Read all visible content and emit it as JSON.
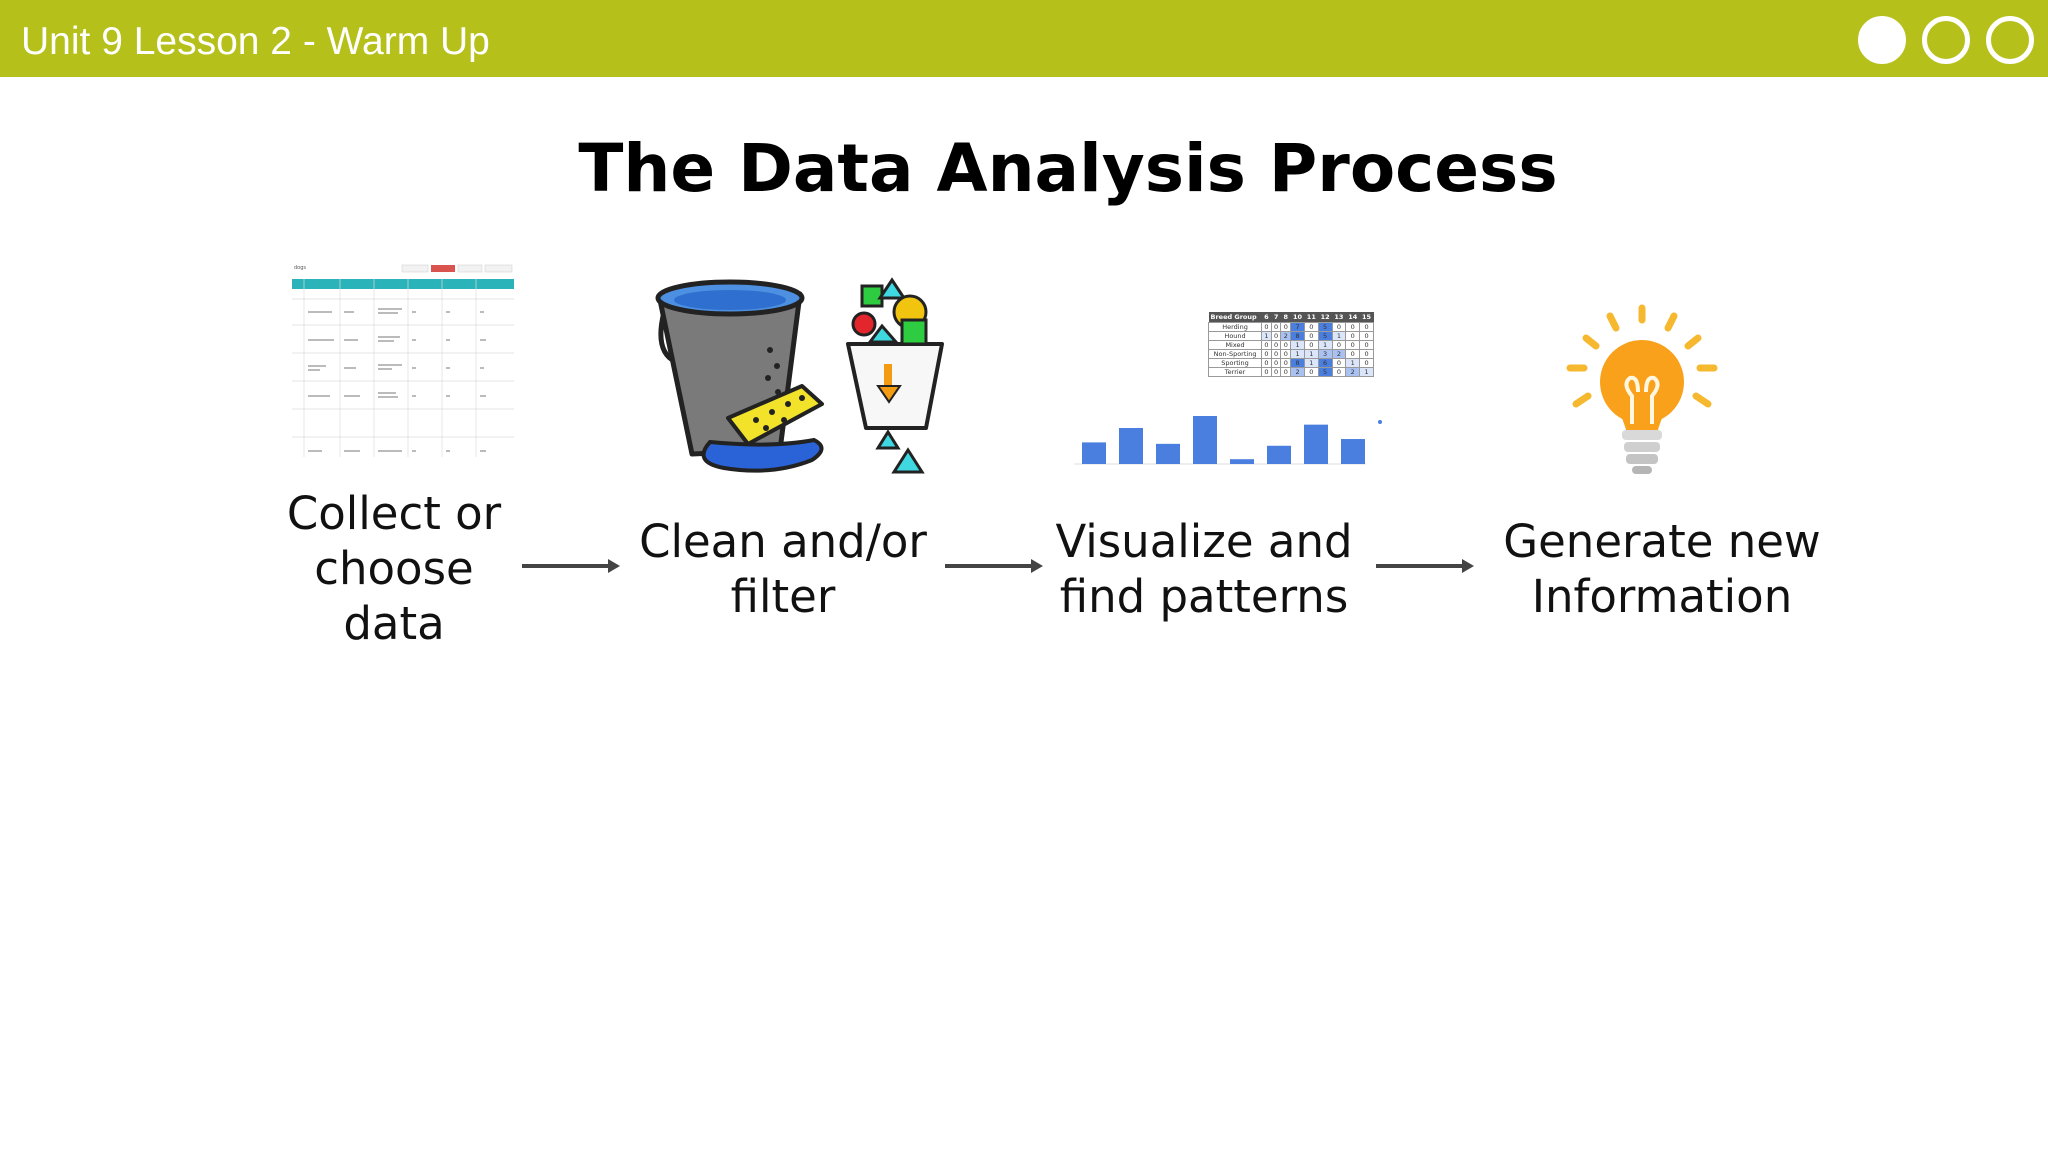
{
  "header": {
    "title": "Unit 9 Lesson 2 - Warm Up",
    "dots": [
      {
        "state": "filled"
      },
      {
        "state": "empty"
      },
      {
        "state": "empty"
      }
    ],
    "color": "#b6c01b"
  },
  "slide": {
    "title": "The Data Analysis Process"
  },
  "steps": [
    {
      "line1": "Collect or",
      "line2": "choose",
      "line3": "data",
      "icon": "data-table-icon"
    },
    {
      "line1": "Clean and/or",
      "line2": "filter",
      "icon": "bucket-sponge-icon"
    },
    {
      "line1": "Visualize and",
      "line2": "find patterns",
      "icon": "chart-table-icon"
    },
    {
      "line1": "Generate new",
      "line2": "Information",
      "icon": "lightbulb-icon"
    }
  ],
  "chart_table": {
    "header": [
      "Breed Group",
      "6",
      "7",
      "8",
      "10",
      "11",
      "12",
      "13",
      "14",
      "15"
    ],
    "rows": [
      [
        "Herding",
        "0",
        "0",
        "0",
        "7",
        "0",
        "5",
        "0",
        "0",
        "0"
      ],
      [
        "Hound",
        "1",
        "0",
        "2",
        "8",
        "0",
        "5",
        "1",
        "0",
        "0"
      ],
      [
        "Mixed",
        "0",
        "0",
        "0",
        "1",
        "0",
        "1",
        "0",
        "0",
        "0"
      ],
      [
        "Non-Sporting",
        "0",
        "0",
        "0",
        "1",
        "1",
        "3",
        "2",
        "0",
        "0"
      ],
      [
        "Sporting",
        "0",
        "0",
        "0",
        "8",
        "1",
        "6",
        "0",
        "1",
        "0"
      ],
      [
        "Terrier",
        "0",
        "0",
        "0",
        "2",
        "0",
        "5",
        "0",
        "2",
        "1"
      ]
    ]
  },
  "chart_bars": [
    0.45,
    0.75,
    0.42,
    1.0,
    0.1,
    0.38,
    0.82,
    0.52
  ],
  "accent_blue": "#4a7fe0"
}
